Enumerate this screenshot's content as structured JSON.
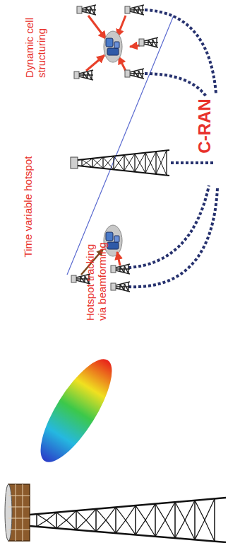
{
  "diagram": {
    "labels": [
      "Dynamic cell structuring",
      "Time variable hotspot",
      "Hotspot tracking via beamforming",
      "C-RAN"
    ]
  }
}
